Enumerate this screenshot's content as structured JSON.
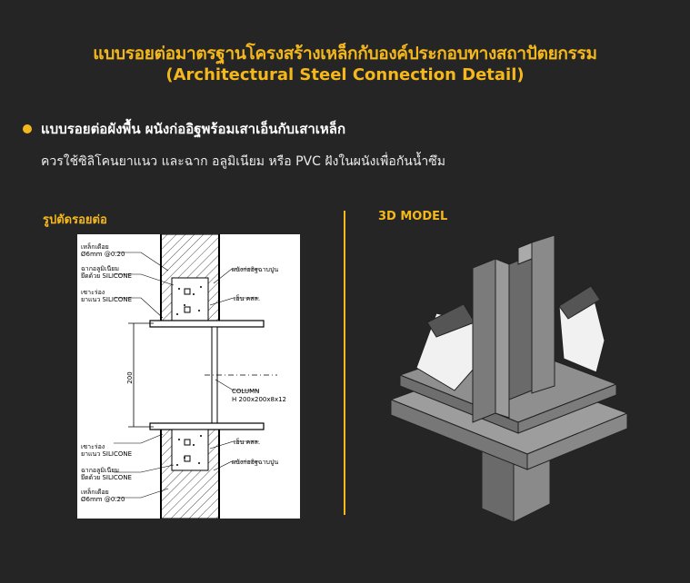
{
  "header": {
    "title_thai": "แบบรอยต่อมาตรฐานโครงสร้างเหล็กกับองค์ประกอบทางสถาปัตยกรรม",
    "title_en": "(Architectural Steel Connection Detail)"
  },
  "section": {
    "heading": "แบบรอยต่อผังพื้น ผนังก่ออิฐพร้อมเสาเอ็นกับเสาเหล็ก",
    "description": "ควรใช้ซิลิโคนยาแนว และฉาก อลูมิเนียม หรือ PVC ฝังในผนังเพื่อกันน้ำซึม"
  },
  "panels": {
    "left_label": "รูปตัดรอยต่อ",
    "right_label": "3D MODEL"
  },
  "drawing": {
    "top_labels": {
      "rebar_1": "เหล็กเดือย",
      "rebar_2": "Ø6mm @0.20",
      "alu_1": "ฉากอลูมิเนียม",
      "alu_2": "ยึดด้วย SILICONE",
      "groove_1": "เซาะร่อง",
      "groove_2": "ยาแนว SILICONE"
    },
    "bottom_labels": {
      "groove_1": "เซาะร่อง",
      "groove_2": "ยาแนว SILICONE",
      "alu_1": "ฉากอลูมิเนียม",
      "alu_2": "ยึดด้วย SILICONE",
      "rebar_1": "เหล็กเดือย",
      "rebar_2": "Ø6mm @0.20"
    },
    "wall_label_top": "ผนังก่ออิฐฉาบปูน",
    "tie_column_top": "เอ็น คสล.",
    "tie_column_bottom": "เอ็น คสล.",
    "wall_label_bottom": "ผนังก่ออิฐฉาบปูน",
    "dimension": "200",
    "column_1": "COLUMN",
    "column_2": "H 200x200x8x12"
  },
  "colors": {
    "background": "#252525",
    "accent": "#f5b81c",
    "text": "#ffffff"
  }
}
